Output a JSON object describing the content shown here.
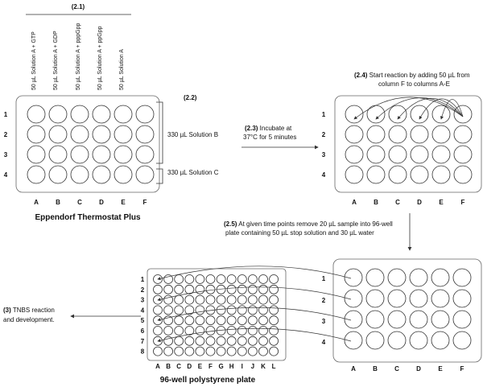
{
  "header_step": "(2.1)",
  "column_labels": [
    "50 µL Solution A + GTP",
    "50 µL Solution A + GDP",
    "50 µL Solution A + pppGpp",
    "50 µL Solution A + ppGpp",
    "50 µL Solution A"
  ],
  "step_2_2": "(2.2)",
  "solution_b": "330 µL Solution B",
  "solution_c": "330 µL Solution C",
  "step_2_3": {
    "step": "(2.3)",
    "line1": " Incubate at",
    "line2": "37°C for 5 minutes"
  },
  "step_2_4": {
    "step": "(2.4)",
    "line1": " Start reaction by adding 50 µL from",
    "line2": "column F to columns A-E"
  },
  "step_2_5": {
    "step": "(2.5)",
    "line1": " At given time points remove 20 µL sample into 96-well",
    "line2": "plate containing 50 µL stop solution and 30 µL water"
  },
  "step_3": {
    "step": "(3)",
    "line1": " TNBS reaction",
    "line2": "and development."
  },
  "thermostat_caption": "Eppendorf Thermostat Plus",
  "plate96_caption": "96-well polystyrene plate",
  "plate_rows": [
    "1",
    "2",
    "3",
    "4"
  ],
  "plate_cols": [
    "A",
    "B",
    "C",
    "D",
    "E",
    "F"
  ],
  "plate96_rows": [
    "1",
    "2",
    "3",
    "4",
    "5",
    "6",
    "7",
    "8"
  ],
  "plate96_cols": [
    "A",
    "B",
    "C",
    "D",
    "E",
    "F",
    "G",
    "H",
    "I",
    "J",
    "K",
    "L"
  ]
}
